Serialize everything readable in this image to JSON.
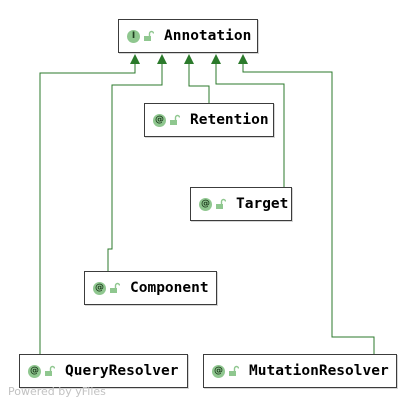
{
  "diagram": {
    "edge_color": "#2b7a2b",
    "nodes": [
      {
        "id": "annotation",
        "label": "Annotation",
        "badge": "I",
        "badge_color": "#8fc78f",
        "icon": "interface-icon"
      },
      {
        "id": "retention",
        "label": "Retention",
        "badge": "@",
        "badge_color": "#8fc78f",
        "icon": "annotation-icon"
      },
      {
        "id": "target",
        "label": "Target",
        "badge": "@",
        "badge_color": "#8fc78f",
        "icon": "annotation-icon"
      },
      {
        "id": "component",
        "label": "Component",
        "badge": "@",
        "badge_color": "#8fc78f",
        "icon": "annotation-icon"
      },
      {
        "id": "query",
        "label": "QueryResolver",
        "badge": "@",
        "badge_color": "#8fc78f",
        "icon": "annotation-icon"
      },
      {
        "id": "mutation",
        "label": "MutationResolver",
        "badge": "@",
        "badge_color": "#8fc78f",
        "icon": "annotation-icon"
      }
    ],
    "edges": [
      {
        "from": "query",
        "to": "annotation",
        "type": "extends"
      },
      {
        "from": "component",
        "to": "annotation",
        "type": "extends"
      },
      {
        "from": "retention",
        "to": "annotation",
        "type": "extends"
      },
      {
        "from": "target",
        "to": "annotation",
        "type": "extends"
      },
      {
        "from": "mutation",
        "to": "annotation",
        "type": "extends"
      }
    ]
  },
  "footer": {
    "watermark": "Powered by yFiles"
  }
}
